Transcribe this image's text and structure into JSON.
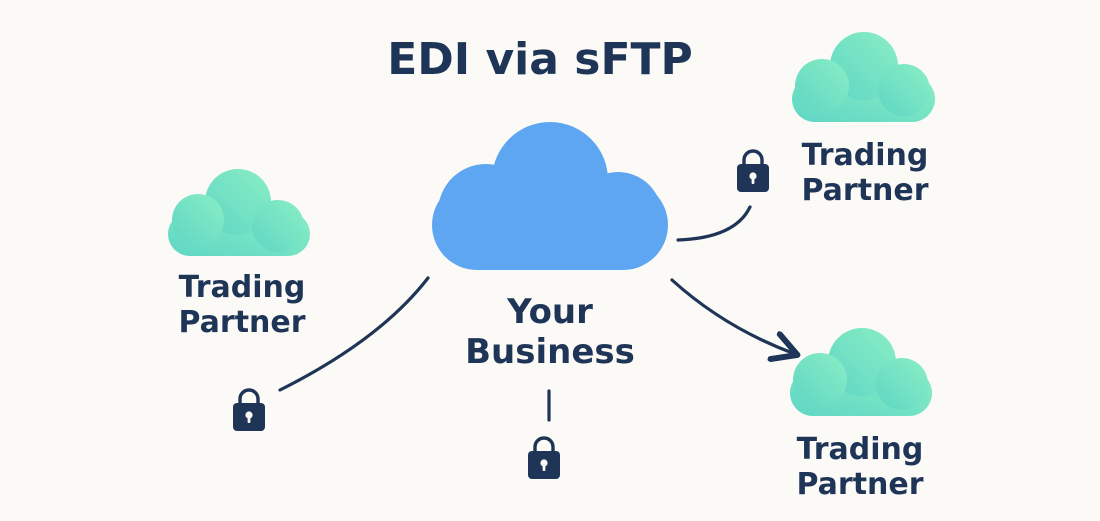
{
  "title": "EDI via sFTP",
  "center": {
    "line1": "Your",
    "line2": "Business"
  },
  "partners": [
    {
      "line1": "Trading",
      "line2": "Partner"
    },
    {
      "line1": "Trading",
      "line2": "Partner"
    },
    {
      "line1": "Trading",
      "line2": "Partner"
    }
  ],
  "icons": {
    "center_node": "cloud-icon",
    "partner_node": "cloud-icon",
    "secure": "lock-icon"
  },
  "colors": {
    "background": "#fcfaf7",
    "center_cloud": "#5ea6f2",
    "partner_cloud_start": "#5fd6c4",
    "partner_cloud_end": "#86ecc3",
    "ink": "#1f3557"
  }
}
